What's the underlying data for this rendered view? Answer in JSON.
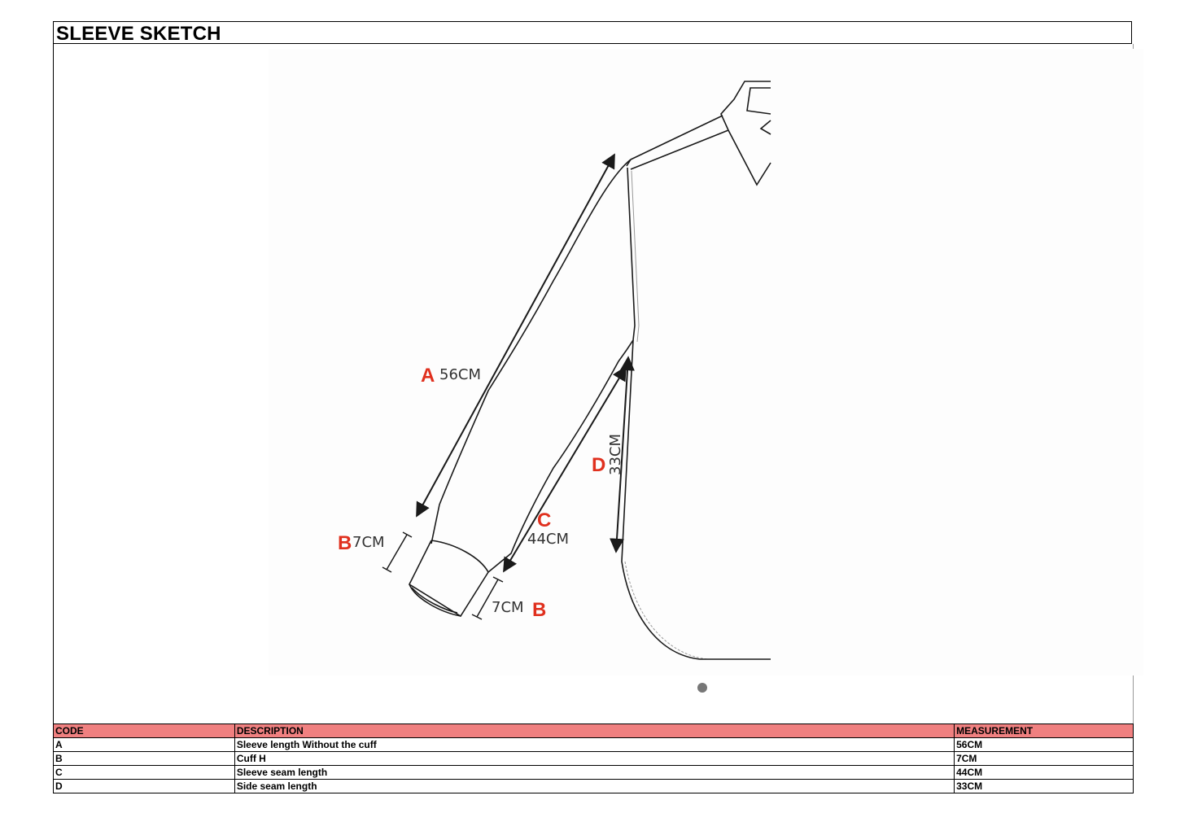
{
  "title": "SLEEVE SKETCH",
  "colors": {
    "label_red": "#e0301e",
    "header_bg": "#f08080",
    "line": "#1a1a1a"
  },
  "sketch_labels": {
    "a": {
      "letter": "A",
      "value": "56CM"
    },
    "b1": {
      "letter": "B",
      "value": "7CM"
    },
    "b2": {
      "letter": "B",
      "value": "7CM"
    },
    "c": {
      "letter": "C",
      "value": "44CM"
    },
    "d": {
      "letter": "D",
      "value": "33CM"
    }
  },
  "table": {
    "headers": [
      "CODE",
      "DESCRIPTION",
      "MEASUREMENT"
    ],
    "rows": [
      {
        "code": "A",
        "description": "Sleeve length  Without the cuff",
        "measurement": "56CM"
      },
      {
        "code": "B",
        "description": "Cuff H",
        "measurement": "7CM"
      },
      {
        "code": "C",
        "description": "Sleeve seam length",
        "measurement": "44CM"
      },
      {
        "code": "D",
        "description": "Side seam length",
        "measurement": "33CM"
      }
    ]
  }
}
